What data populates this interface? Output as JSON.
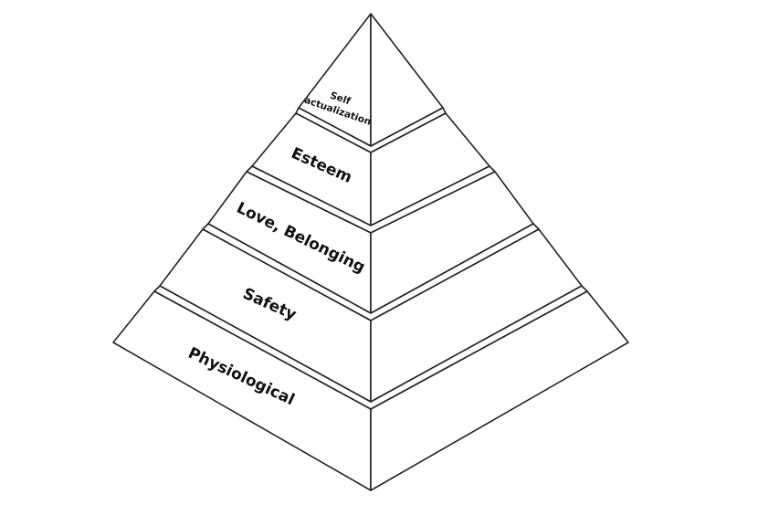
{
  "diagram": {
    "type": "stepped-pyramid",
    "levels_top_to_bottom": [
      {
        "label_lines": [
          "Self",
          "actualization"
        ]
      },
      {
        "label_lines": [
          "Esteem"
        ]
      },
      {
        "label_lines": [
          "Love, Belonging"
        ]
      },
      {
        "label_lines": [
          "Safety"
        ]
      },
      {
        "label_lines": [
          "Physiological"
        ]
      }
    ],
    "colors": {
      "background": "#ffffff",
      "face": "#ffffff",
      "outline": "#222222",
      "text": "#111111"
    }
  }
}
